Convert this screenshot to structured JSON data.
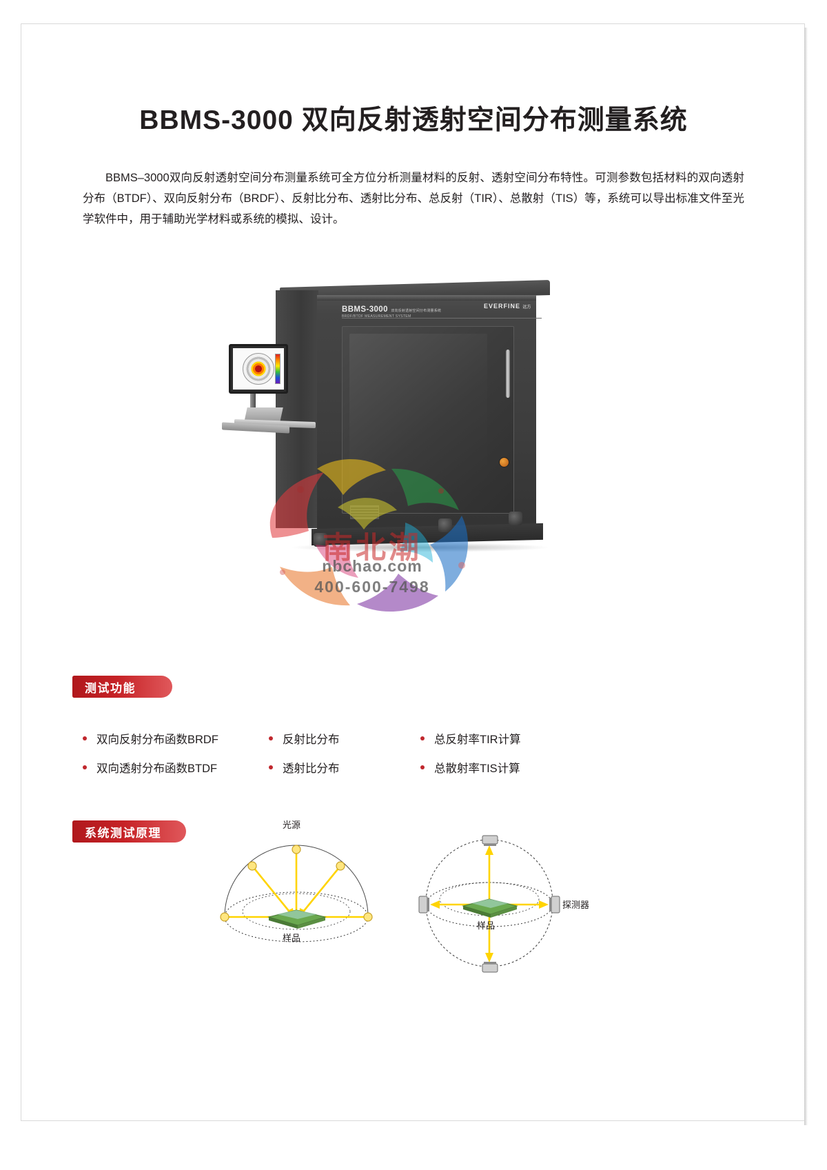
{
  "document": {
    "title": "BBMS-3000 双向反射透射空间分布测量系统",
    "intro": "BBMS–3000双向反射透射空间分布测量系统可全方位分析测量材料的反射、透射空间分布特性。可测参数包括材料的双向透射分布（BTDF）、双向反射分布（BRDF）、反射比分布、透射比分布、总反射（TIR）、总散射（TIS）等，系统可以导出标准文件至光学软件中，用于辅助光学材料或系统的模拟、设计。"
  },
  "product_photo": {
    "panel_model": "BBMS-3000",
    "panel_model_cn": "双向反射透射空间分布测量系统",
    "panel_subtitle": "BRDF/BTDF MEASUREMENT SYSTEM",
    "brand": "EVERFINE",
    "brand_cn": "远方"
  },
  "watermark": {
    "brand_cn": "南北潮",
    "site": "nbchao.com",
    "phone": "400-600-7498"
  },
  "sections": {
    "features": {
      "badge": "测试功能",
      "items": [
        "双向反射分布函数BRDF",
        "反射比分布",
        "总反射率TIR计算",
        "双向透射分布函数BTDF",
        "透射比分布",
        "总散射率TIS计算"
      ]
    },
    "principle": {
      "badge": "系统测试原理",
      "diagrams": [
        {
          "name": "reflection-diagram",
          "labels": {
            "top": "光源",
            "sample": "样品"
          }
        },
        {
          "name": "detection-diagram",
          "labels": {
            "detector": "探测器",
            "sample": "样品"
          }
        }
      ]
    }
  },
  "colors": {
    "accent_red": "#c0272d",
    "badge_gradient_start": "#b0181c",
    "badge_gradient_end": "#e0585b",
    "text": "#231f20",
    "ray_yellow": "#ffd400",
    "sample_green": "#6aa84f"
  }
}
